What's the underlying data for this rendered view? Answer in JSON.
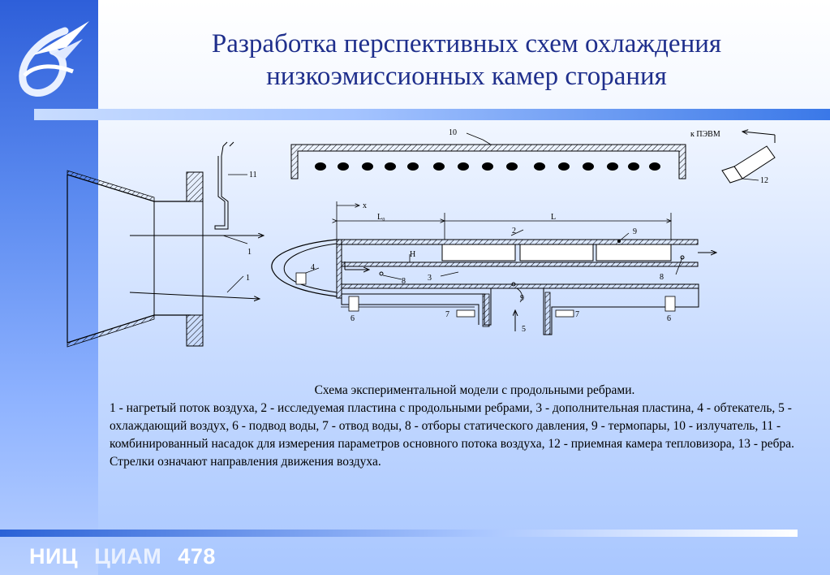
{
  "title": {
    "line1": "Разработка перспективных схем охлаждения",
    "line2": "низкоэмиссионных камер сгорания"
  },
  "diagram": {
    "labels": {
      "n1a": "1",
      "n1b": "1",
      "n2": "2",
      "n3": "3",
      "n4": "4",
      "n5": "5",
      "n6a": "6",
      "n6b": "6",
      "n7a": "7",
      "n7b": "7",
      "n8a": "8",
      "n8b": "8",
      "n9a": "9",
      "n9b": "9",
      "n10": "10",
      "n11": "11",
      "n12": "12",
      "x": "x",
      "L0": "L₀",
      "L": "L",
      "H": "H",
      "pc": "к ПЭВМ"
    }
  },
  "caption": {
    "heading": "Схема экспериментальной модели с продольными ребрами.",
    "body": "1 - нагретый поток воздуха, 2 - исследуемая пластина с продольными ребрами, 3 - дополнительная пластина, 4 - обтекатель, 5 - охлаждающий воздух, 6 - подвод воды, 7 - отвод воды, 8 - отборы статического давления, 9 - термопары, 10 - излучатель, 11 - комбинированный насадок для измерения параметров основного потока воздуха, 12 - приемная камера тепловизора, 13 - ребра. Стрелки означают направления движения воздуха."
  },
  "footer": {
    "org1": "НИЦ",
    "org2": "ЦИАМ",
    "number": "478"
  },
  "colors": {
    "title": "#1f2f8c",
    "band": "#2e5fd9"
  }
}
